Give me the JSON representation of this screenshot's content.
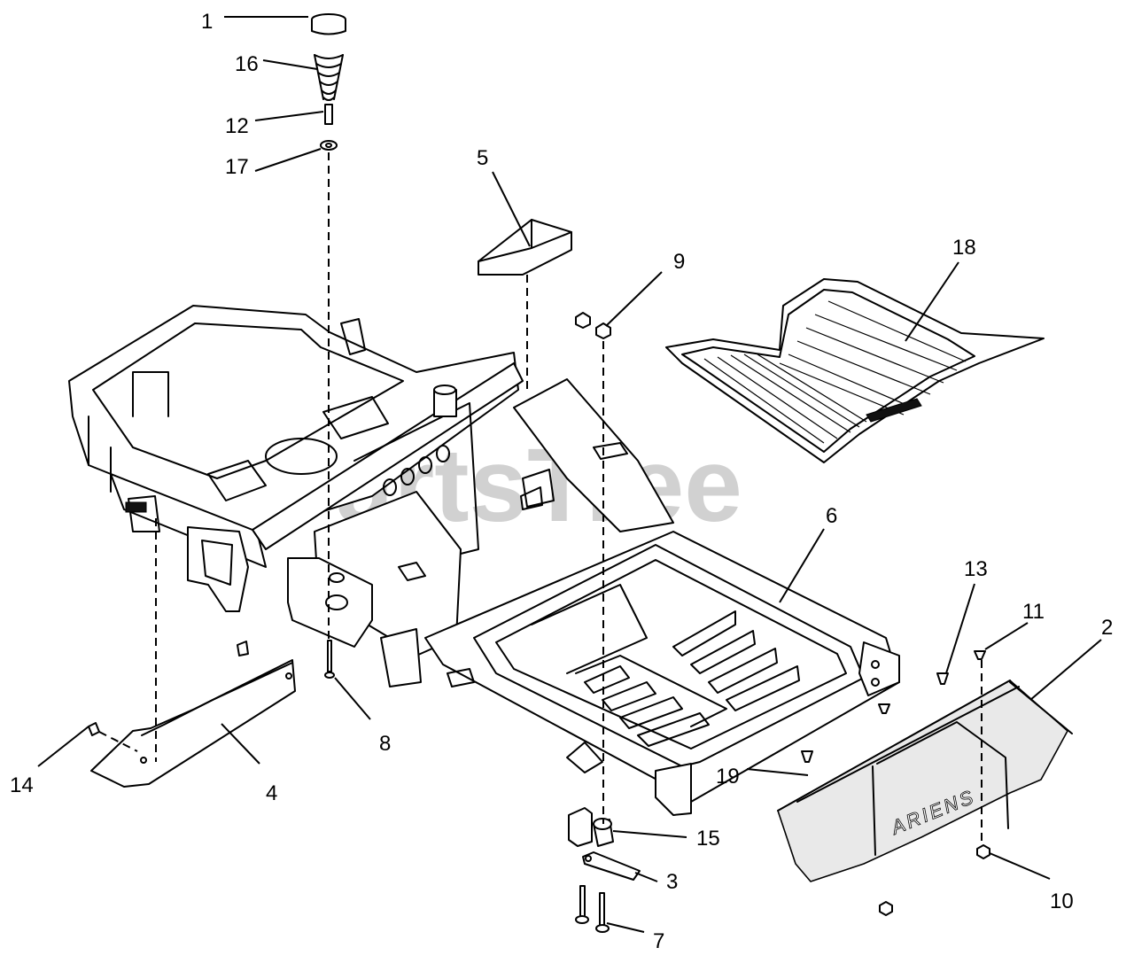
{
  "watermark": "PartsTree",
  "brand_label": "ARIENS",
  "callouts": [
    {
      "id": "1",
      "label": "1"
    },
    {
      "id": "2",
      "label": "2"
    },
    {
      "id": "3",
      "label": "3"
    },
    {
      "id": "4",
      "label": "4"
    },
    {
      "id": "5",
      "label": "5"
    },
    {
      "id": "6",
      "label": "6"
    },
    {
      "id": "7",
      "label": "7"
    },
    {
      "id": "8",
      "label": "8"
    },
    {
      "id": "9",
      "label": "9"
    },
    {
      "id": "10",
      "label": "10"
    },
    {
      "id": "11",
      "label": "11"
    },
    {
      "id": "12",
      "label": "12"
    },
    {
      "id": "13",
      "label": "13"
    },
    {
      "id": "14",
      "label": "14"
    },
    {
      "id": "15",
      "label": "15"
    },
    {
      "id": "16",
      "label": "16"
    },
    {
      "id": "17",
      "label": "17"
    },
    {
      "id": "18",
      "label": "18"
    },
    {
      "id": "19",
      "label": "19"
    }
  ]
}
